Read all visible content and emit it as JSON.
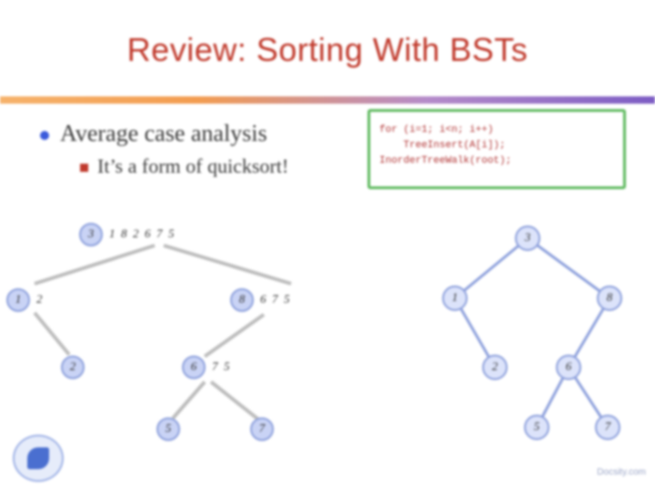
{
  "slide": {
    "title": "Review: Sorting With BSTs",
    "bullet1": "Average case analysis",
    "bullet2": "It’s a form of quicksort!",
    "code": [
      "for (i=1; i<n; i++)",
      "    TreeInsert(A[i]);",
      "InorderTreeWalk(root);"
    ],
    "footer": "Docsity.com"
  },
  "left_tree": {
    "root": {
      "pivot": "3",
      "rest": "1  8  2  6  7  5"
    },
    "level1": [
      {
        "pivot": "1",
        "rest": "2"
      },
      {
        "pivot": "8",
        "rest": "6  7  5"
      }
    ],
    "level2": [
      {
        "pivot": "2",
        "rest": ""
      },
      {
        "pivot": "6",
        "rest": "7  5"
      }
    ],
    "level3": [
      {
        "pivot": "5",
        "rest": ""
      },
      {
        "pivot": "7",
        "rest": ""
      }
    ]
  },
  "right_tree": {
    "nodes": [
      "3",
      "1",
      "8",
      "2",
      "6",
      "5",
      "7"
    ]
  },
  "colors": {
    "title": "#c0392b",
    "node_fill": "#c9d3f5",
    "node_stroke": "#8da0dc",
    "code_border": "#5cb85c"
  }
}
